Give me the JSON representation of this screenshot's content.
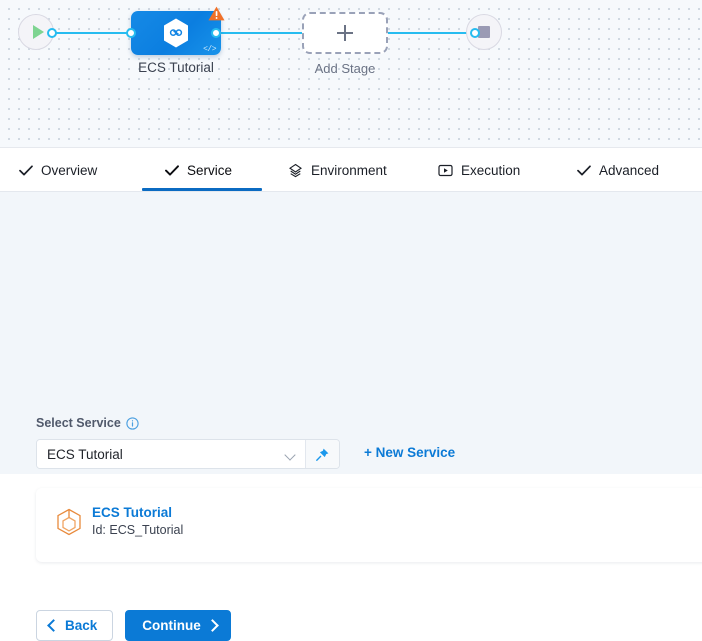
{
  "pipeline": {
    "start_node": {
      "icon": "play-icon",
      "label": ""
    },
    "stage": {
      "label": "ECS Tutorial",
      "icon": "harness-hexagon-icon",
      "warning_icon": "warning-triangle-icon",
      "code_icon": "code-brackets-icon"
    },
    "add_stage": {
      "label": "Add Stage",
      "icon": "plus-icon"
    },
    "end_node": {
      "icon": "stop-square-icon",
      "label": ""
    },
    "edge_color": "#26bcf0",
    "stage_color": "#0b7ee0",
    "warning_color": "#f07129"
  },
  "tabs": [
    {
      "label": "Overview",
      "icon": "check-icon",
      "active": false
    },
    {
      "label": "Service",
      "icon": "check-icon",
      "active": true
    },
    {
      "label": "Environment",
      "icon": "layers-icon",
      "active": false
    },
    {
      "label": "Execution",
      "icon": "play-box-icon",
      "active": false
    },
    {
      "label": "Advanced",
      "icon": "check-icon",
      "active": false
    }
  ],
  "form": {
    "select_service_label": "Select Service",
    "info_icon": "info-icon",
    "service_select": {
      "value": "ECS Tutorial",
      "placeholder": "Select Service",
      "chevron_icon": "chevron-down-icon",
      "pin_icon": "pin-icon"
    },
    "new_service_label": "+ New Service"
  },
  "service_card": {
    "icon": "service-cube-icon",
    "name": "ECS Tutorial",
    "id_text": "Id: ECS_Tutorial"
  },
  "footer": {
    "back_label": "Back",
    "continue_label": "Continue",
    "back_icon": "chevron-left-icon",
    "continue_icon": "chevron-right-icon",
    "primary_color": "#0b7ad6"
  }
}
